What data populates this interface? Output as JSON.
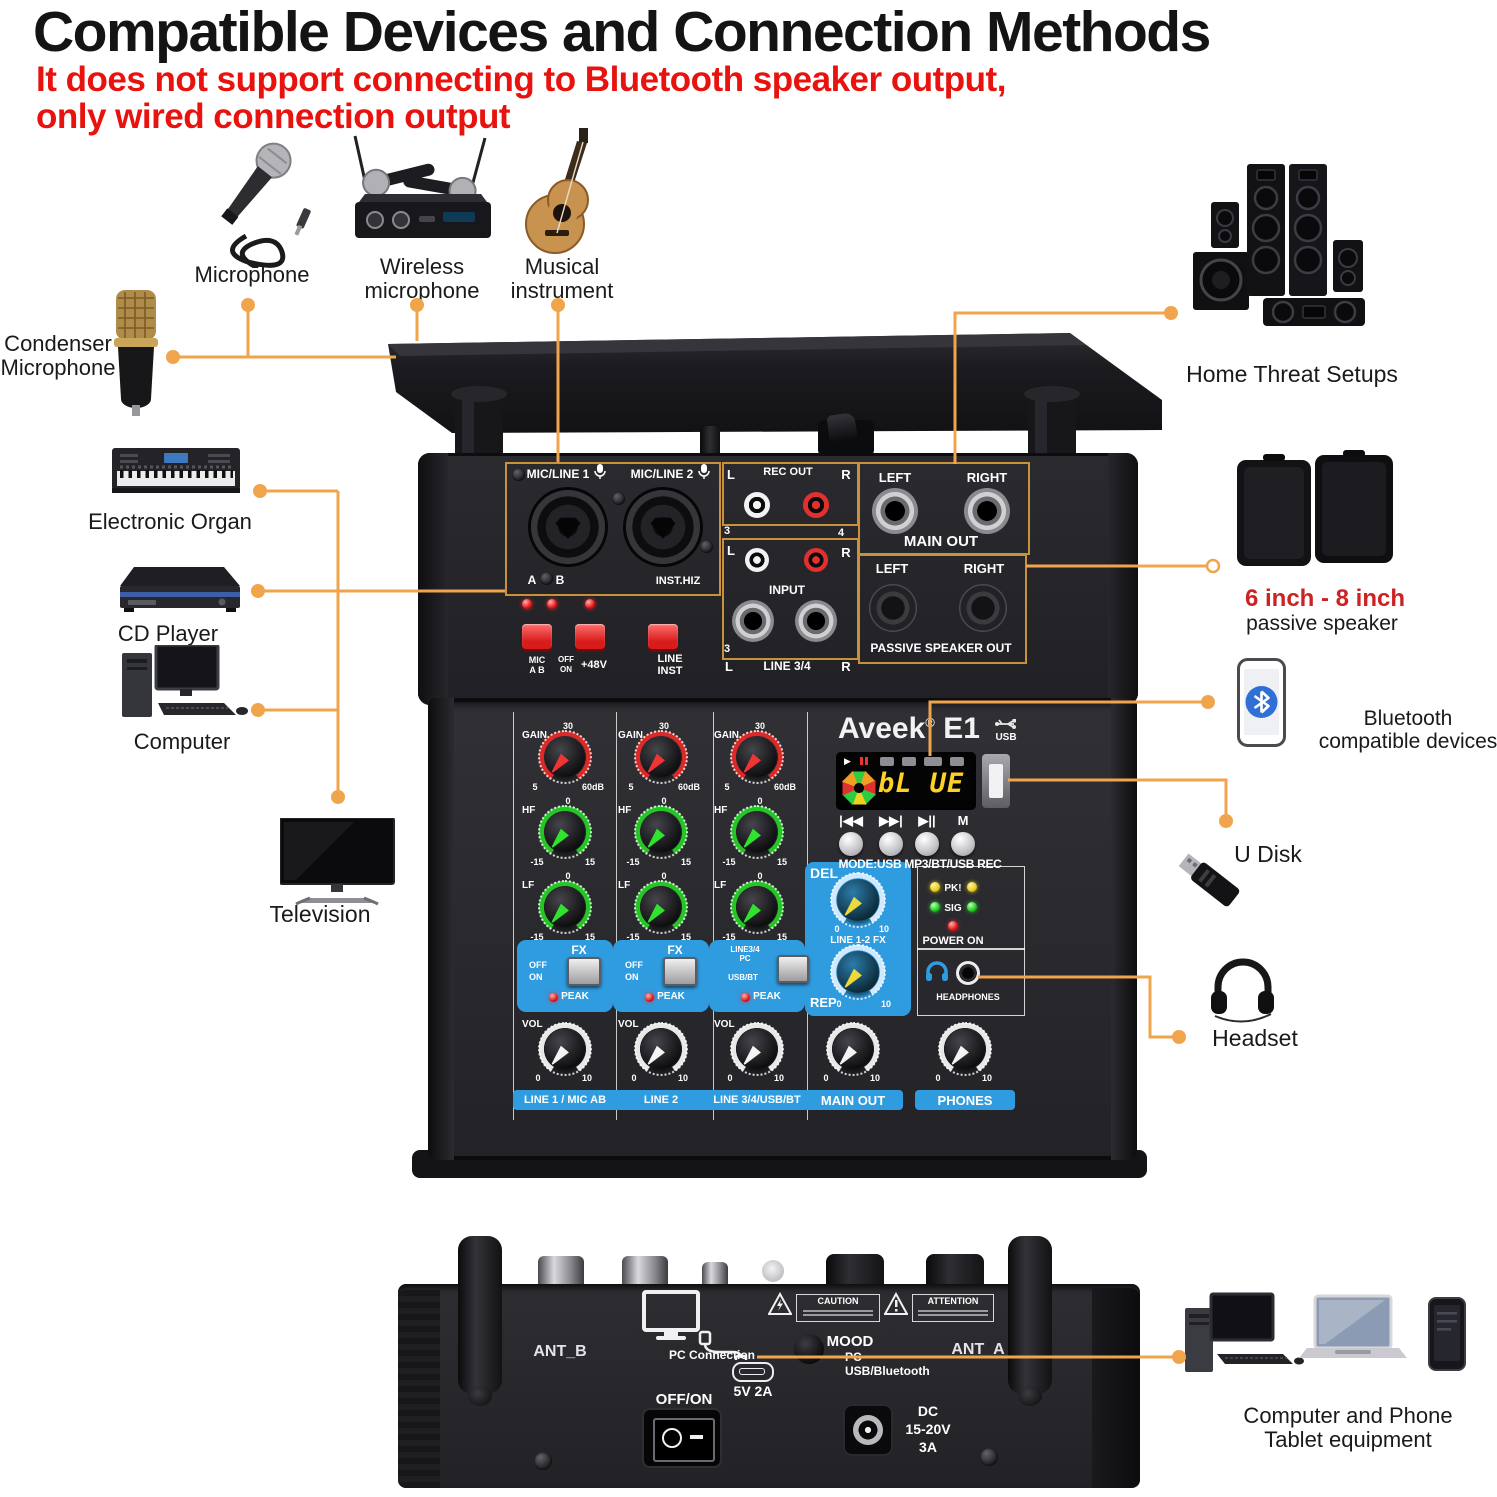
{
  "page": {
    "title": "Compatible Devices and Connection Methods",
    "subtitle_line1": "It does not support connecting to Bluetooth speaker output,",
    "subtitle_line2": "only wired connection output",
    "title_color": "#141414",
    "subtitle_color": "#e8120e"
  },
  "colors": {
    "connector": "#f0a54c",
    "panel_blue": "#2f9ce0",
    "accent_red": "#cc2222"
  },
  "devices": {
    "microphone": {
      "label": "Microphone"
    },
    "wireless_microphone": {
      "label1": "Wireless",
      "label2": "microphone"
    },
    "musical_instrument": {
      "label1": "Musical",
      "label2": "instrument"
    },
    "condenser_microphone": {
      "label1": "Condenser",
      "label2": "Microphone"
    },
    "electronic_organ": {
      "label": "Electronic Organ"
    },
    "cd_player": {
      "label": "CD Player"
    },
    "computer": {
      "label": "Computer"
    },
    "television": {
      "label": "Television"
    },
    "home_theater": {
      "label": "Home Threat Setups"
    },
    "passive_speaker": {
      "label1": "6 inch - 8 inch",
      "label2": "passive speaker"
    },
    "bluetooth": {
      "label1": "Bluetooth",
      "label2": "compatible devices"
    },
    "u_disk": {
      "label": "U Disk"
    },
    "headset": {
      "label": "Headset"
    },
    "computer_phone": {
      "label1": "Computer and Phone",
      "label2": "Tablet equipment"
    }
  },
  "top_panel": {
    "mic_line_1": "MIC/LINE 1",
    "mic_line_2": "MIC/LINE 2",
    "jack1_a": "A",
    "jack1_b": "B",
    "jack2_sub": "INST.HIZ",
    "btn1_l1": "MIC",
    "btn1_l2": "A B",
    "off": "OFF",
    "on": "ON",
    "btn_48v": "+48V",
    "line": "LINE",
    "inst": "INST",
    "l": "L",
    "r": "R",
    "n3": "3",
    "n4": "4",
    "rec_out": "REC OUT",
    "input": "INPUT",
    "line34": "LINE 3/4",
    "left": "LEFT",
    "right": "RIGHT",
    "main_out": "MAIN OUT",
    "passive_out": "PASSIVE SPEAKER OUT"
  },
  "front_panel": {
    "brand": "Aveek",
    "reg": "®",
    "model": "E1",
    "usb_label": "USB",
    "display_text": "bL UE",
    "transport": [
      "|◀◀",
      "▶▶|",
      "▶||",
      "M"
    ],
    "mode_text": "MODE:USB MP3/BT/USB REC",
    "knob_scales": {
      "gain": {
        "label": "GAIN",
        "top": "30",
        "min": "5",
        "max": "60dB"
      },
      "hf": {
        "label": "HF",
        "top": "0",
        "min": "-15",
        "max": "15"
      },
      "lf": {
        "label": "LF",
        "top": "0",
        "min": "-15",
        "max": "15"
      },
      "vol": {
        "label": "VOL",
        "min": "0",
        "max": "10"
      }
    },
    "channels": [
      {
        "label": "LINE 1 / MIC AB",
        "fx": "FX",
        "sw": [
          "OFF",
          "ON"
        ],
        "peak": "PEAK"
      },
      {
        "label": "LINE 2",
        "fx": "FX",
        "sw": [
          "OFF",
          "ON"
        ],
        "peak": "PEAK"
      },
      {
        "label": "LINE 3/4/USB/BT",
        "fx": "",
        "sw": [
          "LINE3/4",
          "PC",
          "USB/BT"
        ],
        "peak": "PEAK"
      }
    ],
    "fx_section": {
      "del": "DEL",
      "rep": "REP",
      "caption": "LINE 1-2 FX",
      "min": "0",
      "max": "10"
    },
    "meters": {
      "pk": "PK!",
      "sig": "SIG",
      "power": "POWER ON"
    },
    "headphones_label": "HEADPHONES",
    "masters": [
      {
        "label": "MAIN OUT",
        "min": "0",
        "max": "10"
      },
      {
        "label": "PHONES",
        "min": "0",
        "max": "10"
      }
    ]
  },
  "rear_panel": {
    "ant_b": "ANT_B",
    "ant_a": "ANT_A",
    "pc_connection": "PC Connection",
    "usb_power": "5V 2A",
    "off_on": "OFF/ON",
    "caution": "CAUTION",
    "attention": "ATTENTION",
    "mood": "MOOD",
    "mood_pc": "PC",
    "mood_usb": "USB/Bluetooth",
    "dc1": "DC",
    "dc2": "15-20V",
    "dc3": "3A"
  }
}
